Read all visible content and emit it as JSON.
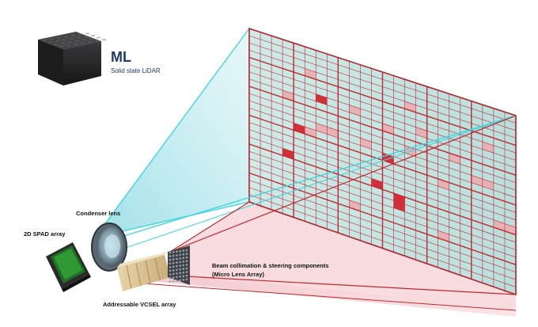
{
  "product": {
    "name": "ML",
    "subtitle": "Solid state LiDAR"
  },
  "labels": {
    "condenser": "Condenser lens",
    "spad": "2D SPAD array",
    "beam_line1": "Beam collimation & steering components",
    "beam_line2": "(Micro Lens Array)",
    "vcsel": "Addressable VCSEL array"
  },
  "colors": {
    "grid_line": "#c0282f",
    "beam_cyan": "#40d6e0",
    "pixel_red": "#d32f3a",
    "pixel_pink": "#e6b2b6",
    "wall_fill": "#c7e6e3",
    "floor_fill": "#f8dde0"
  },
  "grid": {
    "columns": 24,
    "rows": 24,
    "bright_cells": [
      [
        6,
        6
      ],
      [
        3,
        15
      ],
      [
        4,
        11
      ],
      [
        12,
        11
      ],
      [
        11,
        15
      ],
      [
        13,
        16
      ],
      [
        13,
        17
      ]
    ],
    "faint_cells": [
      [
        5,
        3
      ],
      [
        14,
        3
      ],
      [
        21,
        5
      ],
      [
        9,
        6
      ],
      [
        15,
        6
      ],
      [
        3,
        7
      ],
      [
        12,
        7
      ],
      [
        18,
        8
      ],
      [
        14,
        9
      ],
      [
        6,
        10
      ],
      [
        7,
        10
      ],
      [
        10,
        10
      ],
      [
        20,
        10
      ],
      [
        21,
        10
      ],
      [
        5,
        11
      ],
      [
        17,
        12
      ],
      [
        9,
        19
      ],
      [
        17,
        19
      ],
      [
        22,
        15
      ],
      [
        23,
        15
      ]
    ]
  }
}
